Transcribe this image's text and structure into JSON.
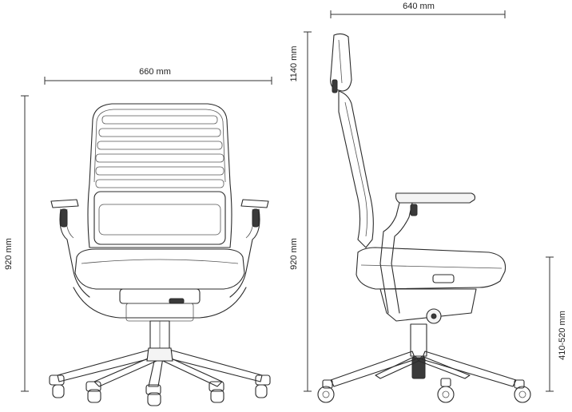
{
  "dimensions": {
    "front_width": "660 mm",
    "front_height": "920 mm",
    "side_depth": "640 mm",
    "side_height_headrest": "1140 mm",
    "side_height": "920 mm",
    "seat_height": "410-520 mm"
  },
  "illustration": {
    "front_view": "chair-front-view",
    "side_view": "chair-side-view"
  }
}
